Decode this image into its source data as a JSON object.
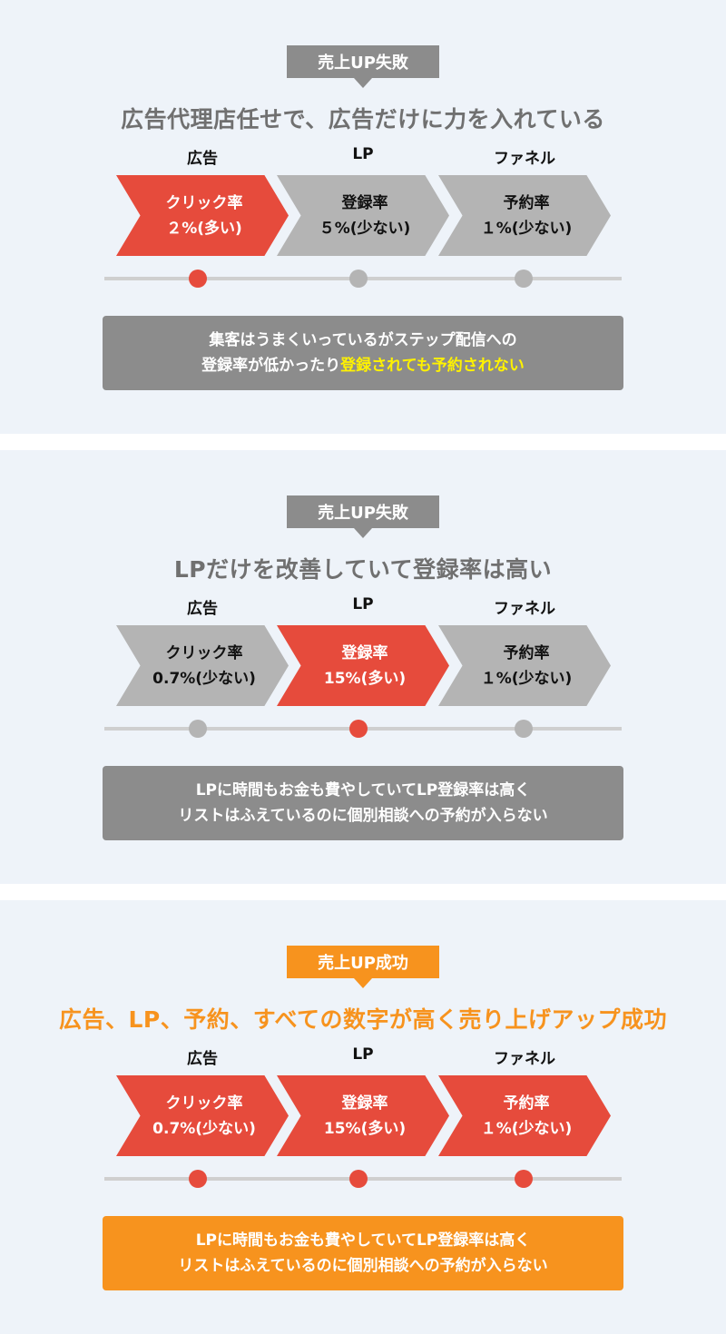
{
  "colors": {
    "red": "#e64b3c",
    "gray": "#b4b4b4",
    "dark_gray": "#8c8c8c",
    "orange": "#f7931e",
    "highlight": "#fff200"
  },
  "columns": [
    "広告",
    "LP",
    "ファネル"
  ],
  "panels": [
    {
      "badge": "売上UP失敗",
      "title": "広告代理店任せで、広告だけに力を入れている",
      "steps": [
        {
          "label": "クリック率",
          "value": "２%(多い)",
          "state": "red"
        },
        {
          "label": "登録率",
          "value": "５%(少ない)",
          "state": "gray"
        },
        {
          "label": "予約率",
          "value": "１%(少ない)",
          "state": "gray"
        }
      ],
      "message": {
        "line1": "集客はうまくいっているがステップ配信への",
        "line2_plain": "登録率が低かったり",
        "line2_highlight": "登録されても予約されない"
      }
    },
    {
      "badge": "売上UP失敗",
      "title": "LPだけを改善していて登録率は高い",
      "steps": [
        {
          "label": "クリック率",
          "value": "0.7%(少ない)",
          "state": "gray"
        },
        {
          "label": "登録率",
          "value": "15%(多い)",
          "state": "red"
        },
        {
          "label": "予約率",
          "value": "１%(少ない)",
          "state": "gray"
        }
      ],
      "message": {
        "line1": "LPに時間もお金も費やしていてLP登録率は高く",
        "line2": "リストはふえているのに個別相談への予約が入らない"
      }
    },
    {
      "badge": "売上UP成功",
      "title": "広告、LP、予約、すべての数字が高く売り上げアップ成功",
      "steps": [
        {
          "label": "クリック率",
          "value": "0.7%(少ない)",
          "state": "red"
        },
        {
          "label": "登録率",
          "value": "15%(多い)",
          "state": "red"
        },
        {
          "label": "予約率",
          "value": "１%(少ない)",
          "state": "red"
        }
      ],
      "message": {
        "line1": "LPに時間もお金も費やしていてLP登録率は高く",
        "line2": "リストはふえているのに個別相談への予約が入らない"
      }
    }
  ]
}
